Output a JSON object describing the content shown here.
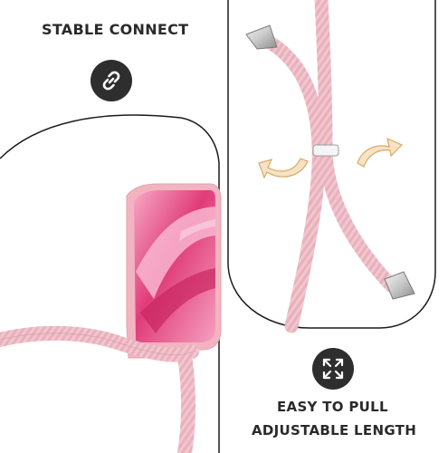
{
  "captions": {
    "stable": "STABLE CONNECT",
    "easy": "EASY TO PULL",
    "adjustable": "ADJUSTABLE LENGTH"
  },
  "icons": {
    "link": "link-icon",
    "resize": "arrows-expand-icon"
  },
  "colors": {
    "rope": "#f0c4cc",
    "phone_pink": "#e24f83",
    "badge": "#2e2e2e",
    "text": "#2a2a2a",
    "arrow": "#e7c28e"
  }
}
